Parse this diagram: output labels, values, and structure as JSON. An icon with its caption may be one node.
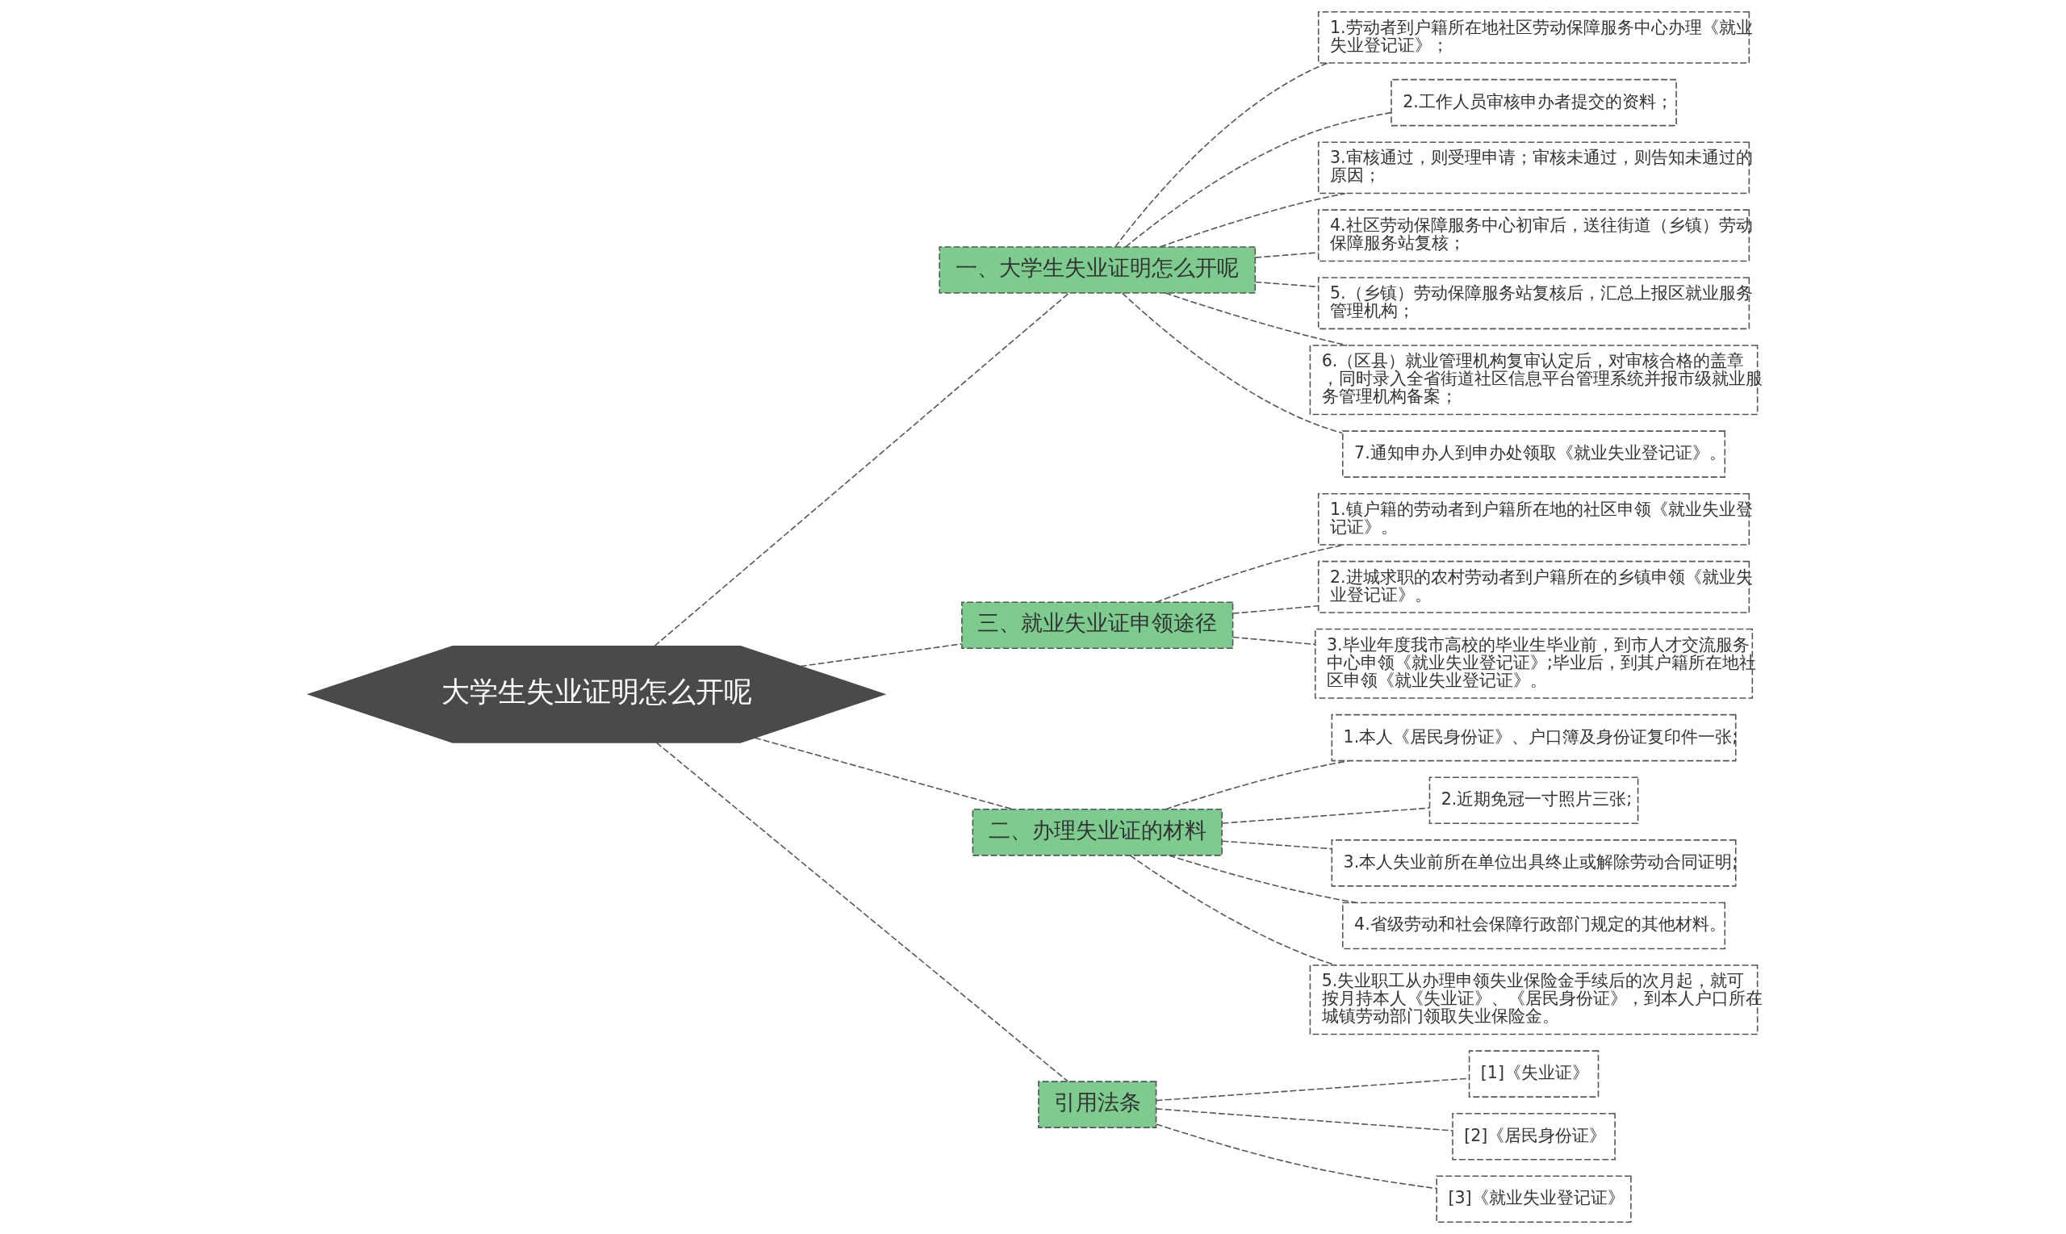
{
  "diagram": {
    "nodes": [
      {
        "text": [
          "大学生失业证明怎么开呢"
        ]
      },
      {
        "text": [
          "一、大学生失业证明怎么开呢"
        ]
      },
      {
        "text": [
          "1.劳动者到户籍所在地社区劳动保障服务中心办理《就业失业登记证》；"
        ]
      },
      {
        "text": [
          "2.工作人员审核申办者提交的资料；"
        ]
      },
      {
        "text": [
          "3.审核通过，则受理申请；审核未通过，则告知未通过的原因；"
        ]
      },
      {
        "text": [
          "4.社区劳动保障服务中心初审后，送往街道（乡镇）劳动保障服务站复核；"
        ]
      },
      {
        "text": [
          "5.（乡镇）劳动保障服务站复核后，汇总上报区就业服务管理机构；"
        ]
      },
      {
        "text": [
          "6.（区县）就业管理机构复审认定后，对审核合格的盖章，同时录入全省街道社区信息平台管理系统并报市级就业服务管理机构备案；"
        ]
      },
      {
        "text": [
          "7.通知申办人到申办处领取《就业失业登记证》。"
        ]
      },
      {
        "text": [
          "三、就业失业证申领途径"
        ]
      },
      {
        "text": [
          "1.镇户籍的劳动者到户籍所在地的社区申领《就业失业登记证》。"
        ]
      },
      {
        "text": [
          "2.进城求职的农村劳动者到户籍所在的乡镇申领《就业失业登记证》。"
        ]
      },
      {
        "text": [
          "3.毕业年度我市高校的毕业生毕业前，到市人才交流服务中心申领《就业失业登记证》;毕业后，到其户籍所在地社区申领《就业失业登记证》。"
        ]
      },
      {
        "text": [
          "二、办理失业证的材料"
        ]
      },
      {
        "text": [
          "1.本人《居民身份证》、户口簿及身份证复印件一张;"
        ]
      },
      {
        "text": [
          "2.近期免冠一寸照片三张;"
        ]
      },
      {
        "text": [
          "3.本人失业前所在单位出具终止或解除劳动合同证明;"
        ]
      },
      {
        "text": [
          "4.省级劳动和社会保障行政部门规定的其他材料。"
        ]
      },
      {
        "text": [
          "5.失业职工从办理申领失业保险金手续后的次月起，就可按月持本人《失业证》、《居民身份证》，到本人户口所在城镇劳动部门领取失业保险金。"
        ]
      },
      {
        "text": [
          "引用法条"
        ]
      },
      {
        "text": [
          "[1]《失业证》"
        ]
      },
      {
        "text": [
          "[2]《居民身份证》"
        ]
      },
      {
        "text": [
          "[3]《就业失业登记证》"
        ]
      }
    ],
    "edges": [
      {
        "from": 0,
        "to": 1,
        "arrow": "none",
        "style": "dashed"
      },
      {
        "from": 1,
        "to": 2,
        "arrow": "none",
        "style": "dashed"
      },
      {
        "from": 1,
        "to": 3,
        "arrow": "none",
        "style": "dashed"
      },
      {
        "from": 1,
        "to": 4,
        "arrow": "none",
        "style": "dashed"
      },
      {
        "from": 1,
        "to": 5,
        "arrow": "none",
        "style": "dashed"
      },
      {
        "from": 1,
        "to": 6,
        "arrow": "none",
        "style": "dashed"
      },
      {
        "from": 1,
        "to": 7,
        "arrow": "none",
        "style": "dashed"
      },
      {
        "from": 1,
        "to": 8,
        "arrow": "none",
        "style": "dashed"
      },
      {
        "from": 0,
        "to": 9,
        "arrow": "none",
        "style": "dashed"
      },
      {
        "from": 9,
        "to": 10,
        "arrow": "none",
        "style": "dashed"
      },
      {
        "from": 9,
        "to": 11,
        "arrow": "none",
        "style": "dashed"
      },
      {
        "from": 9,
        "to": 12,
        "arrow": "none",
        "style": "dashed"
      },
      {
        "from": 0,
        "to": 13,
        "arrow": "none",
        "style": "dashed"
      },
      {
        "from": 13,
        "to": 14,
        "arrow": "none",
        "style": "dashed"
      },
      {
        "from": 13,
        "to": 15,
        "arrow": "none",
        "style": "dashed"
      },
      {
        "from": 13,
        "to": 16,
        "arrow": "none",
        "style": "dashed"
      },
      {
        "from": 13,
        "to": 17,
        "arrow": "none",
        "style": "dashed"
      },
      {
        "from": 13,
        "to": 18,
        "arrow": "none",
        "style": "dashed"
      },
      {
        "from": 0,
        "to": 19,
        "arrow": "none",
        "style": "dashed"
      },
      {
        "from": 19,
        "to": 20,
        "arrow": "none",
        "style": "dashed"
      },
      {
        "from": 19,
        "to": 21,
        "arrow": "none",
        "style": "dashed"
      },
      {
        "from": 19,
        "to": 22,
        "arrow": "none",
        "style": "dashed"
      }
    ]
  }
}
